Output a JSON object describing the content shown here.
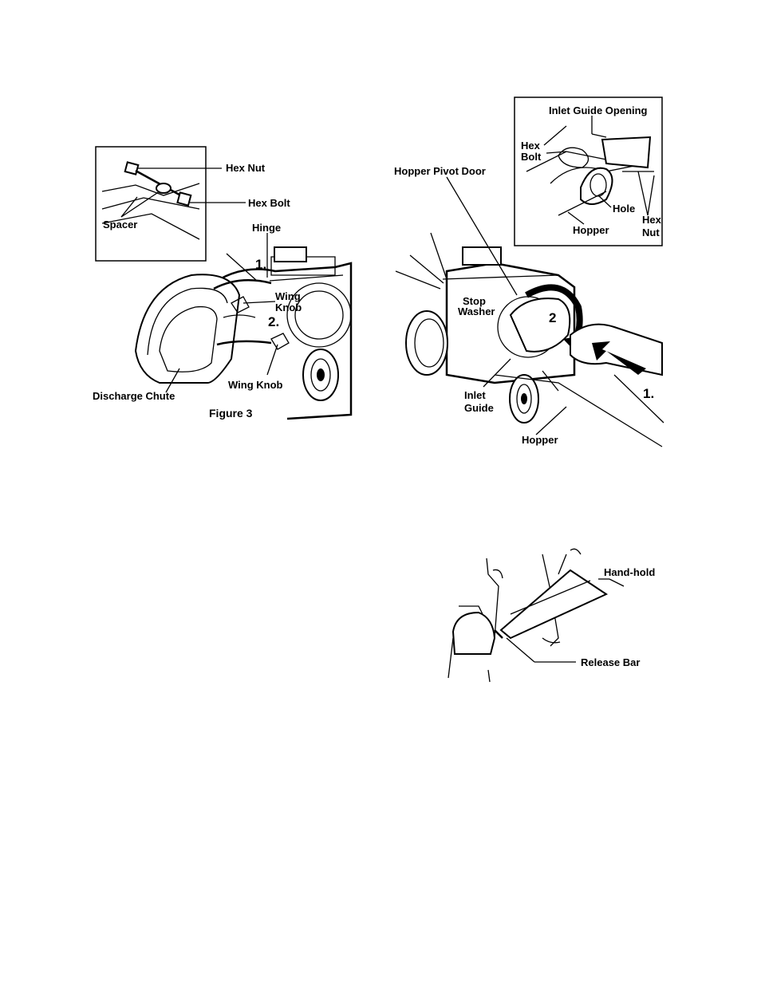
{
  "figure3": {
    "inset_labels": {
      "hex_nut": "Hex Nut",
      "hex_bolt": "Hex Bolt",
      "spacer": "Spacer"
    },
    "labels": {
      "hinge": "Hinge",
      "step1": "1.",
      "wing_knob_upper_line1": "Wing",
      "wing_knob_upper_line2": "Knob",
      "step2": "2.",
      "wing_knob_lower": "Wing Knob",
      "discharge_chute": "Discharge Chute"
    },
    "caption": "Figure 3"
  },
  "figure_hopper": {
    "inset_labels": {
      "inlet_guide_opening": "Inlet Guide Opening",
      "hex_bolt_line1": "Hex",
      "hex_bolt_line2": "Bolt",
      "hole": "Hole",
      "hopper": "Hopper",
      "hex_nut_line1": "Hex",
      "hex_nut_line2": "Nut"
    },
    "labels": {
      "hopper_pivot_door": "Hopper Pivot Door",
      "stop_washer_line1": "Stop",
      "stop_washer_line2": "Washer",
      "step2": "2",
      "step1": "1.",
      "inlet_guide_line1": "Inlet",
      "inlet_guide_line2": "Guide",
      "hopper": "Hopper"
    }
  },
  "figure_handhold": {
    "labels": {
      "hand_hold": "Hand-hold",
      "release_bar": "Release Bar"
    }
  }
}
